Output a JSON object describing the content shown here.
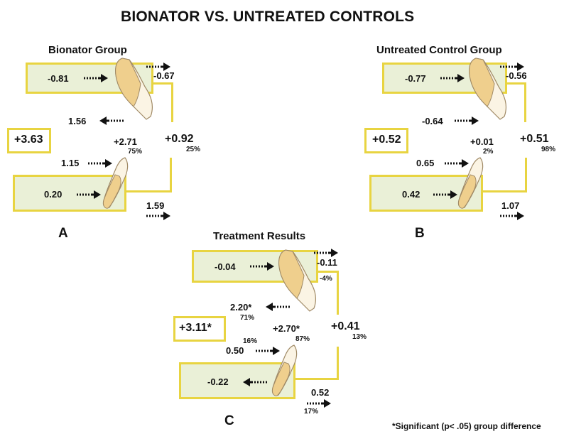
{
  "title": "BIONATOR VS. UNTREATED CONTROLS",
  "colors": {
    "frame": "#e8d441",
    "box_fill": "#eaf0d7",
    "tooth_crown": "#fbf4e4",
    "tooth_root": "#efcf8d",
    "tooth_outline": "#a08a66"
  },
  "icons": [
    "dotted-arrow-right-icon",
    "dotted-arrow-left-icon",
    "tooth-icon"
  ],
  "panels": {
    "a": {
      "title": "Bionator Group",
      "letter": "A",
      "upper_box": "-0.81",
      "upper_arrow": "-0.67",
      "mid_left": "1.56",
      "total": "+3.63",
      "center_value": "+2.71",
      "center_pct": "75%",
      "right_value": "+0.92",
      "right_pct": "25%",
      "lower_left": "1.15",
      "lower_box": "0.20",
      "lower_arrow": "1.59"
    },
    "b": {
      "title": "Untreated Control Group",
      "letter": "B",
      "upper_box": "-0.77",
      "upper_arrow": "-0.56",
      "mid_left": "-0.64",
      "total": "+0.52",
      "center_value": "+0.01",
      "center_pct": "2%",
      "right_value": "+0.51",
      "right_pct": "98%",
      "lower_left": "0.65",
      "lower_box": "0.42",
      "lower_arrow": "1.07"
    },
    "c": {
      "title": "Treatment Results",
      "letter": "C",
      "upper_box": "-0.04",
      "upper_arrow": "-0.11",
      "upper_pct": "-4%",
      "mid_left": "2.20*",
      "mid_left_pct": "71%",
      "total": "+3.11*",
      "center_value": "+2.70*",
      "center_pct": "87%",
      "right_value": "+0.41",
      "right_pct": "13%",
      "lower_left_pct": "16%",
      "lower_left": "0.50",
      "lower_box": "-0.22",
      "lower_arrow": "0.52",
      "lower_pct": "17%"
    }
  },
  "footnote": "*Significant (p< .05) group difference"
}
